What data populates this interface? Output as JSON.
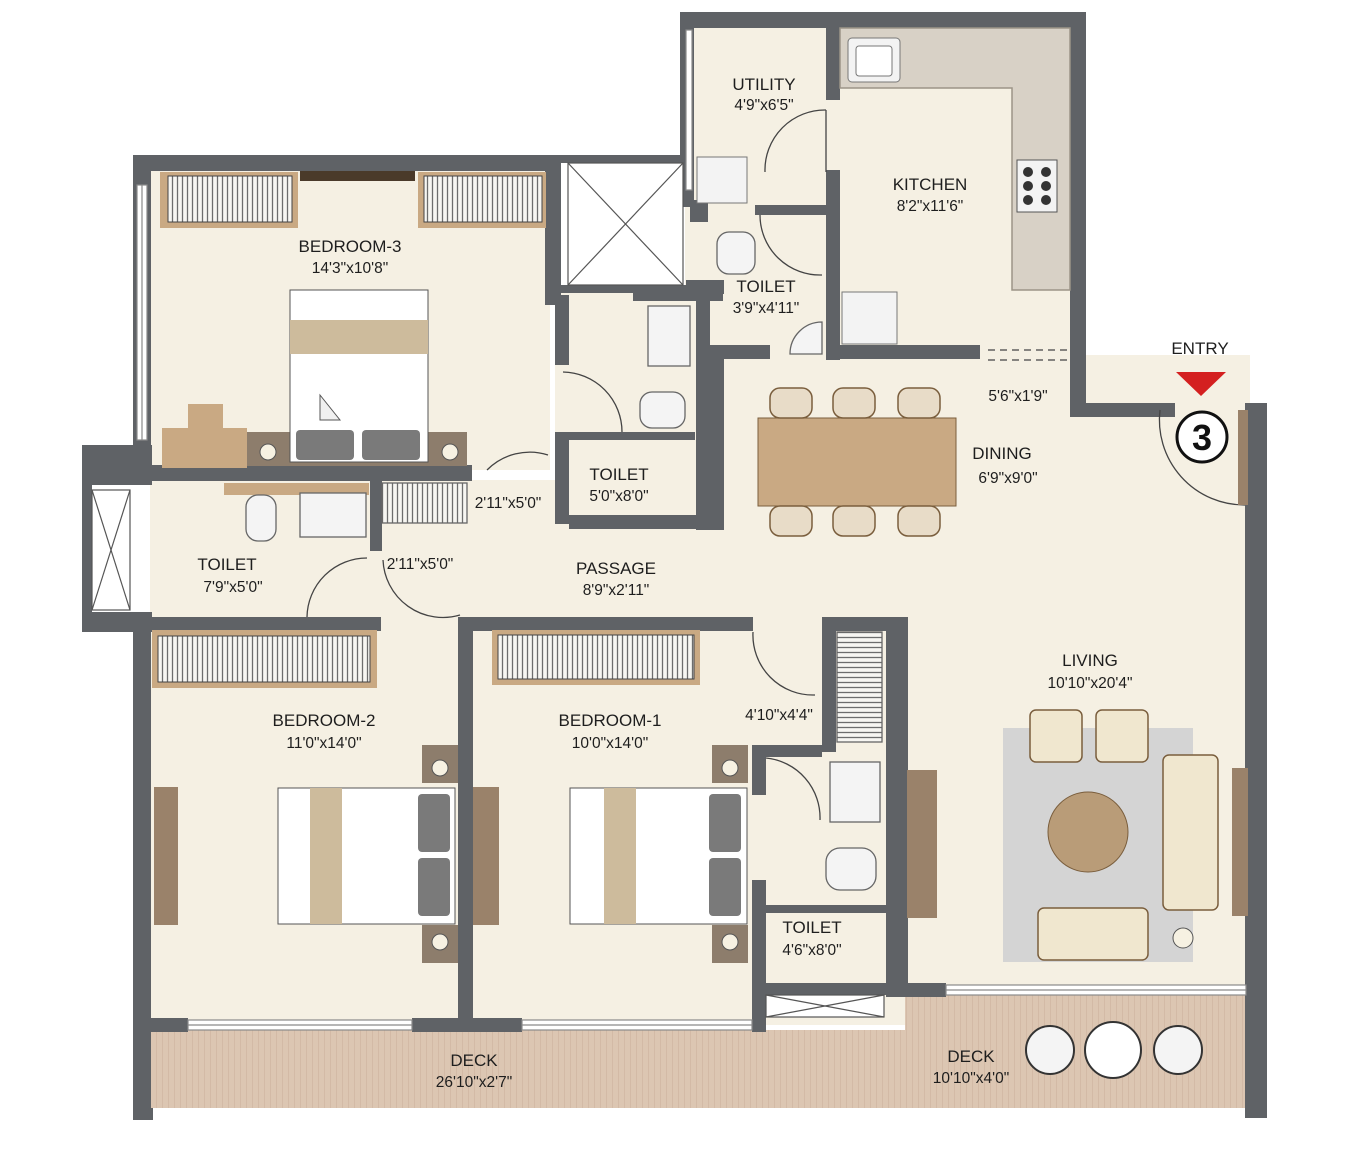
{
  "rooms": {
    "utility": {
      "name": "UTILITY",
      "size": "4'9\"x6'5\""
    },
    "kitchen": {
      "name": "KITCHEN",
      "size": "8'2\"x11'6\""
    },
    "bedroom3": {
      "name": "BEDROOM-3",
      "size": "14'3\"x10'8\""
    },
    "toilet_k": {
      "name": "TOILET",
      "size": "3'9\"x4'11\""
    },
    "toilet_c": {
      "name": "TOILET",
      "size": "5'0\"x8'0\""
    },
    "dining": {
      "name": "DINING",
      "size": "6'9\"x9'0\""
    },
    "toilet_w": {
      "name": "TOILET",
      "size": "7'9\"x5'0\""
    },
    "passage": {
      "name": "PASSAGE",
      "size": "8'9\"x2'11\""
    },
    "living": {
      "name": "LIVING",
      "size": "10'10\"x20'4\""
    },
    "bedroom2": {
      "name": "BEDROOM-2",
      "size": "11'0\"x14'0\""
    },
    "bedroom1": {
      "name": "BEDROOM-1",
      "size": "10'0\"x14'0\""
    },
    "toilet_b1": {
      "name": "TOILET",
      "size": "4'6\"x8'0\""
    },
    "deck_left": {
      "name": "DECK",
      "size": "26'10\"x2'7\""
    },
    "deck_right": {
      "name": "DECK",
      "size": "10'10\"x4'0\""
    }
  },
  "dims": {
    "foyer": "5'6\"x1'9\"",
    "wardrobe_a": "2'11\"x5'0\"",
    "wardrobe_b": "2'11\"x5'0\"",
    "bed1_closet": "4'10\"x4'4\""
  },
  "entry": {
    "label": "ENTRY",
    "unit_number": "3",
    "marker_color": "#d42020"
  },
  "colors": {
    "wall": "#5f6266",
    "floor": "#f5f0e3",
    "deck": "#d9c2ad",
    "furniture_wood": "#c9a983",
    "rug": "#d4d4d4"
  }
}
